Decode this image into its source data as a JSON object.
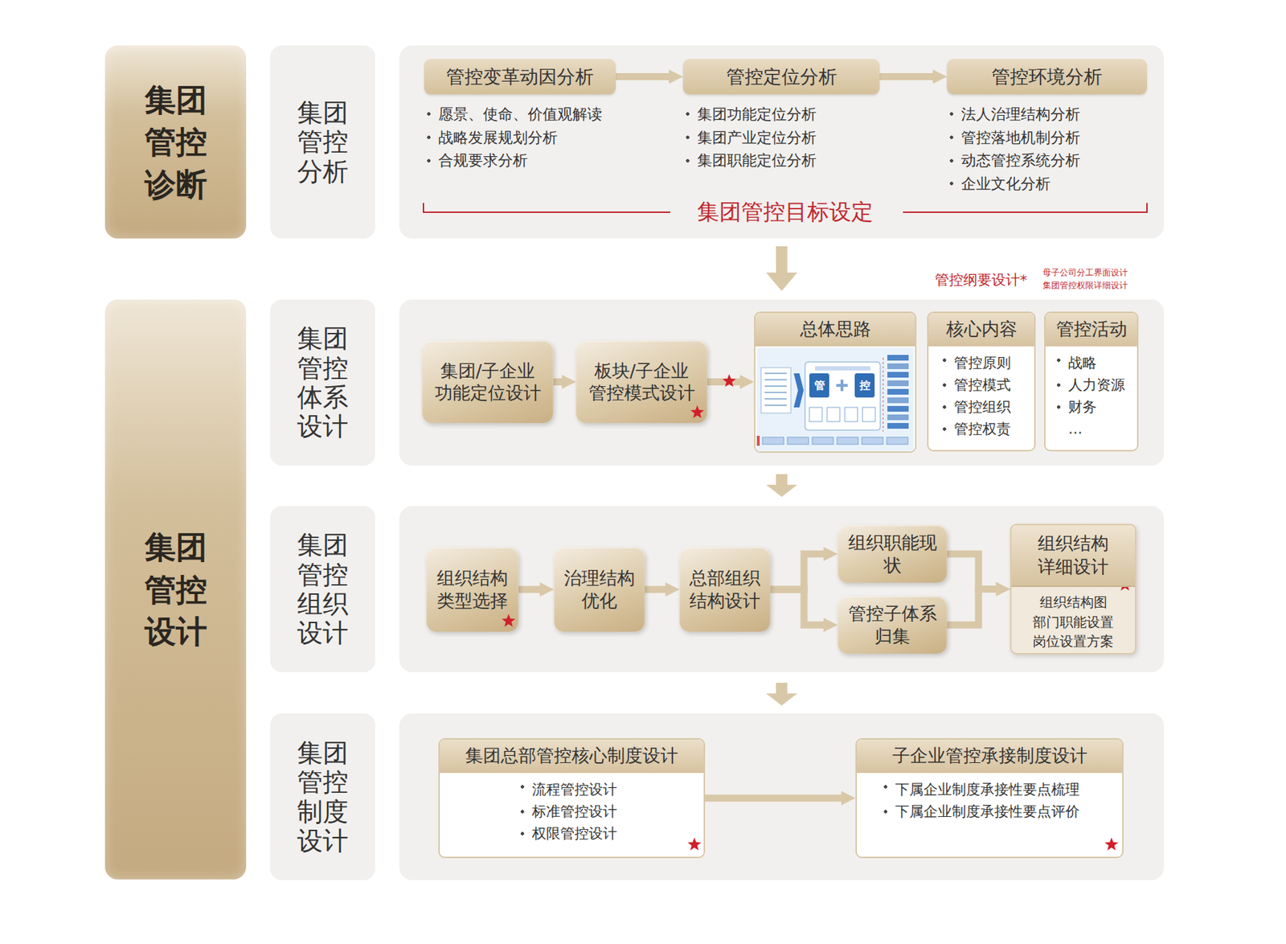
{
  "diagram": {
    "nodes": [
      {
        "text": [
          "集团管控诊断"
        ]
      },
      {
        "text": [
          "集团管控分析"
        ]
      },
      {
        "text": [
          "管控变革动因分析",
          "愿景、使命、价值观解读",
          "战略发展规划分析",
          "合规要求分析"
        ]
      },
      {
        "text": [
          "管控定位分析",
          "集团功能定位分析",
          "集团产业定位分析",
          "集团职能定位分析"
        ]
      },
      {
        "text": [
          "管控环境分析",
          "法人治理结构分析",
          "管控落地机制分析",
          "动态管控系统分析",
          "企业文化分析"
        ]
      },
      {
        "text": [
          "集团管控设计"
        ]
      },
      {
        "text": [
          "集团管控体系设计"
        ]
      },
      {
        "text": [
          "集团/子企业功能定位设计"
        ]
      },
      {
        "text": [
          "板块/子企业管控模式设计"
        ]
      },
      {
        "text": [
          "总体思路"
        ]
      },
      {
        "text": [
          "核心内容",
          "管控原则",
          "管控模式",
          "管控组织",
          "管控权责"
        ]
      },
      {
        "text": [
          "管控活动",
          "战略",
          "人力资源",
          "财务",
          "…"
        ]
      },
      {
        "text": [
          "集团管控组织设计"
        ]
      },
      {
        "text": [
          "组织结构类型选择"
        ]
      },
      {
        "text": [
          "治理结构优化"
        ]
      },
      {
        "text": [
          "总部组织结构设计"
        ]
      },
      {
        "text": [
          "组织职能现状"
        ]
      },
      {
        "text": [
          "管控子体系归集"
        ]
      },
      {
        "text": [
          "组织结构详细设计",
          "组织结构图",
          "部门职能设置",
          "岗位设置方案"
        ]
      },
      {
        "text": [
          "集团管控制度设计"
        ]
      },
      {
        "text": [
          "集团总部管控核心制度设计",
          "流程管控设计",
          "标准管控设计",
          "权限管控设计"
        ]
      },
      {
        "text": [
          "子企业管控承接制度设计",
          "下属企业制度承接性要点梳理",
          "下属企业制度承接性要点评价"
        ]
      }
    ],
    "edges": [
      {
        "from": 2,
        "to": 3,
        "arrow": "to"
      },
      {
        "from": 3,
        "to": 4,
        "arrow": "to"
      },
      {
        "from": 7,
        "to": 8,
        "arrow": "to"
      },
      {
        "from": 8,
        "to": 9,
        "arrow": "to"
      },
      {
        "from": 13,
        "to": 14,
        "arrow": "to"
      },
      {
        "from": 14,
        "to": 15,
        "arrow": "to"
      },
      {
        "from": 15,
        "to": 16,
        "arrow": "to"
      },
      {
        "from": 15,
        "to": 17,
        "arrow": "to"
      },
      {
        "from": 16,
        "to": 18,
        "arrow": "to"
      },
      {
        "from": 17,
        "to": 18,
        "arrow": "to"
      },
      {
        "from": 20,
        "to": 21,
        "arrow": "to"
      }
    ],
    "labels": [
      "集团管控目标设定",
      "管控纲要设计*",
      "母子公司分工界面设计",
      "集团管控权限详细设计",
      "管",
      "控"
    ]
  }
}
